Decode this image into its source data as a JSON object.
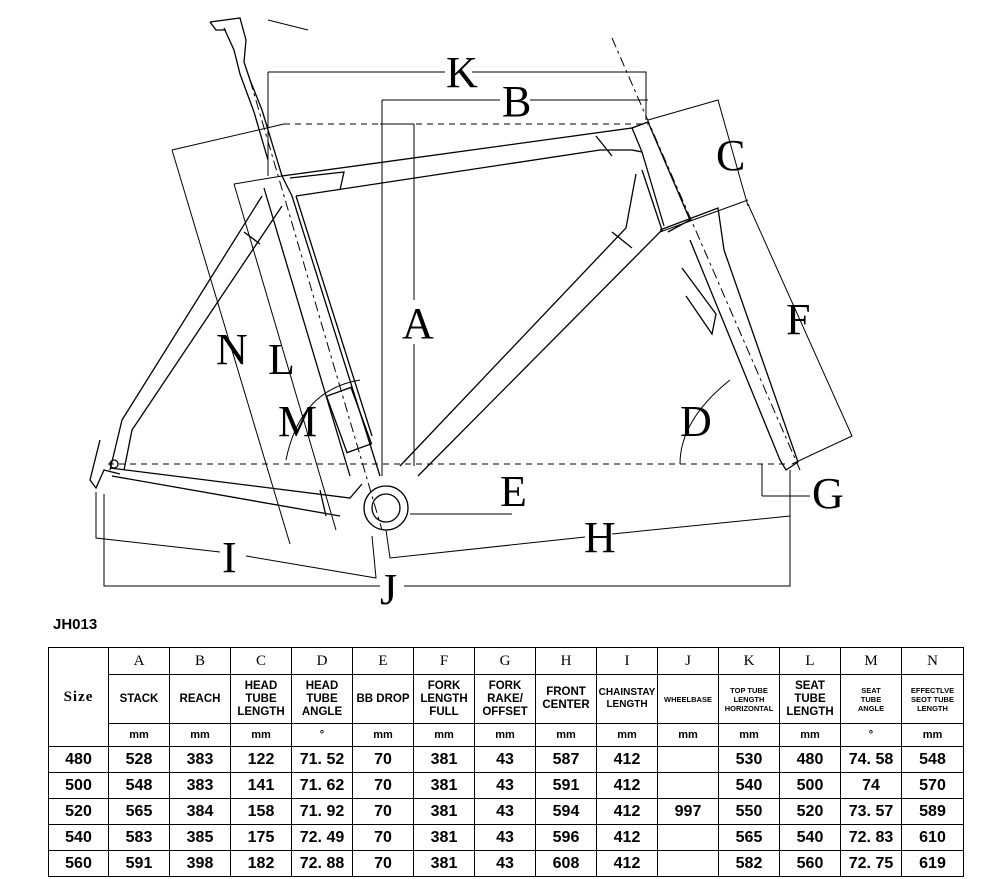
{
  "diagram": {
    "labels": {
      "K": "K",
      "B": "B",
      "C": "C",
      "A": "A",
      "F": "F",
      "N": "N",
      "L": "L",
      "M": "M",
      "D": "D",
      "E": "E",
      "G": "G",
      "H": "H",
      "I": "I",
      "J": "J"
    }
  },
  "model_code": "JH013",
  "table": {
    "size_header": "Size",
    "letters": [
      "A",
      "B",
      "C",
      "D",
      "E",
      "F",
      "G",
      "H",
      "I",
      "J",
      "K",
      "L",
      "M",
      "N"
    ],
    "names": [
      [
        "STACK"
      ],
      [
        "REACH"
      ],
      [
        "HEAD",
        "TUBE",
        "LENGTH"
      ],
      [
        "HEAD",
        "TUBE",
        "ANGLE"
      ],
      [
        "BB DROP"
      ],
      [
        "FORK",
        "LENGTH",
        "FULL"
      ],
      [
        "FORK",
        "RAKE/",
        "OFFSET"
      ],
      [
        "FRONT",
        "CENTER"
      ],
      [
        "CHAINSTAY",
        "LENGTH"
      ],
      [
        "WHEELBASE"
      ],
      [
        "TOP TUBE",
        "LENGTH",
        "HORIZONTAL"
      ],
      [
        "SEAT",
        "TUBE",
        "LENGTH"
      ],
      [
        "SEAT",
        "TUBE",
        "ANGLE"
      ],
      [
        "EFFECTLVE",
        "SEOT TUBE",
        "LENGTH"
      ]
    ],
    "units": [
      "mm",
      "mm",
      "mm",
      "°",
      "mm",
      "mm",
      "mm",
      "mm",
      "mm",
      "mm",
      "mm",
      "mm",
      "°",
      "mm"
    ],
    "rows": [
      {
        "size": "480",
        "values": [
          "528",
          "383",
          "122",
          "71. 52",
          "70",
          "381",
          "43",
          "587",
          "412",
          "",
          "530",
          "480",
          "74. 58",
          "548"
        ]
      },
      {
        "size": "500",
        "values": [
          "548",
          "383",
          "141",
          "71. 62",
          "70",
          "381",
          "43",
          "591",
          "412",
          "",
          "540",
          "500",
          "74",
          "570"
        ]
      },
      {
        "size": "520",
        "values": [
          "565",
          "384",
          "158",
          "71. 92",
          "70",
          "381",
          "43",
          "594",
          "412",
          "997",
          "550",
          "520",
          "73. 57",
          "589"
        ]
      },
      {
        "size": "540",
        "values": [
          "583",
          "385",
          "175",
          "72. 49",
          "70",
          "381",
          "43",
          "596",
          "412",
          "",
          "565",
          "540",
          "72. 83",
          "610"
        ]
      },
      {
        "size": "560",
        "values": [
          "591",
          "398",
          "182",
          "72. 88",
          "70",
          "381",
          "43",
          "608",
          "412",
          "",
          "582",
          "560",
          "72. 75",
          "619"
        ]
      }
    ]
  }
}
